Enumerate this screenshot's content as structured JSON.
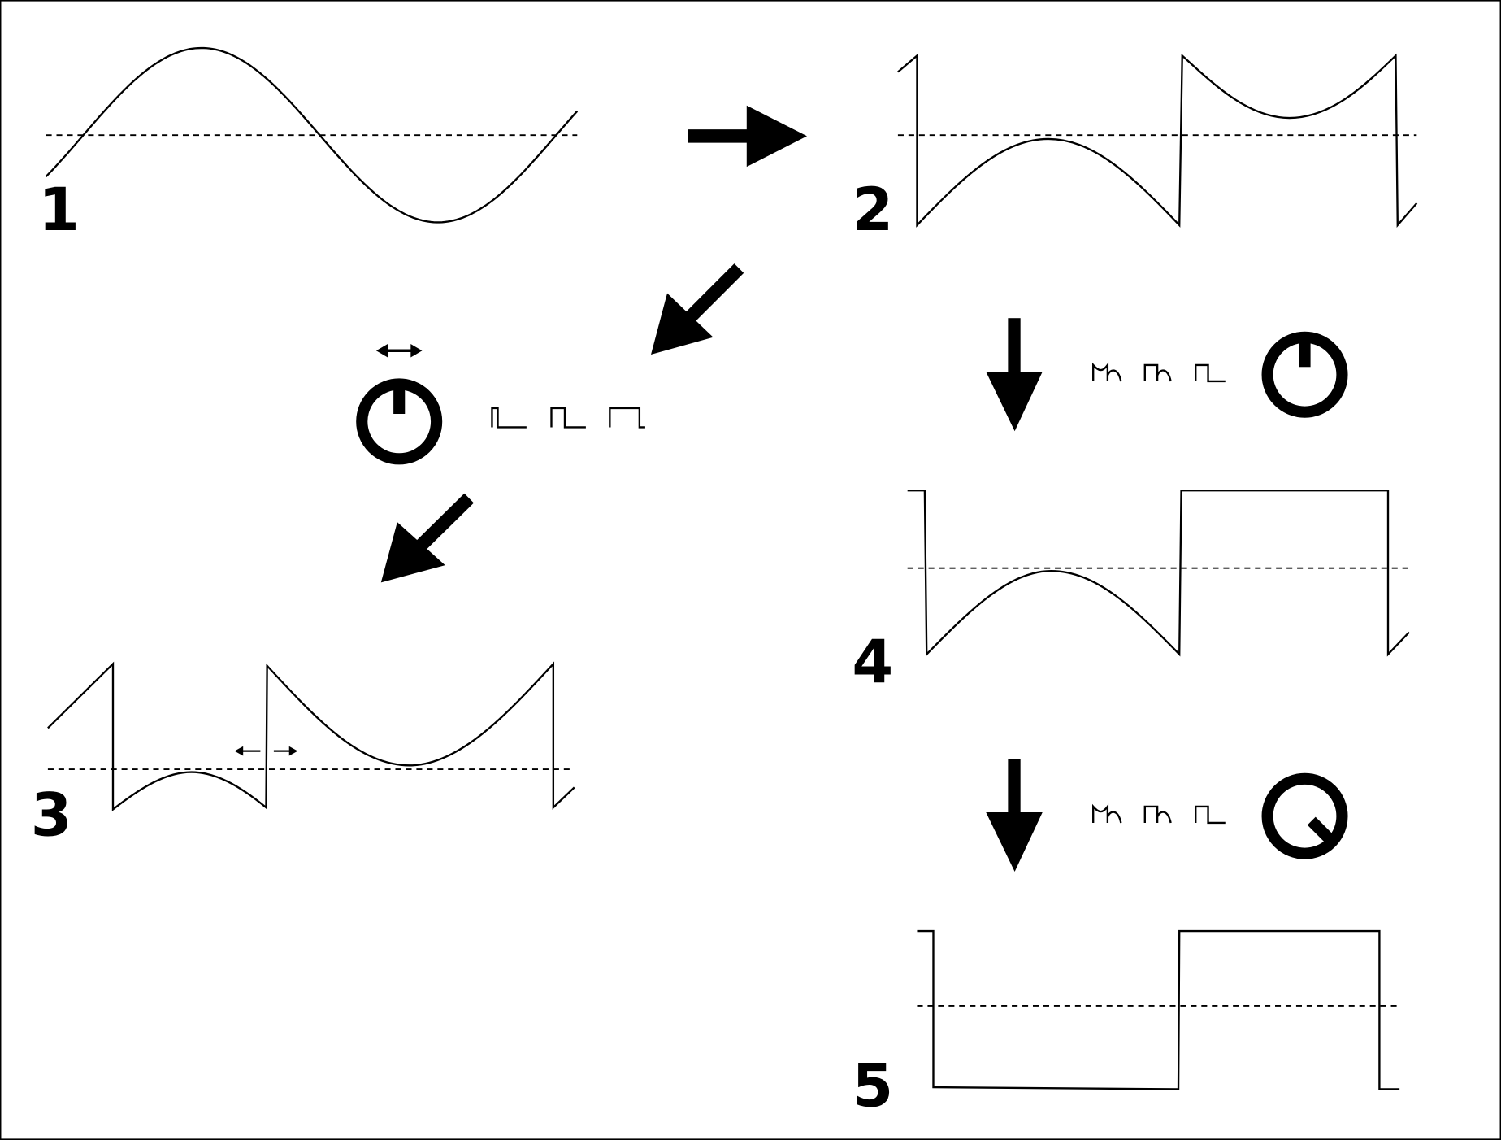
{
  "diagram": {
    "panel_labels": [
      "1",
      "2",
      "3",
      "4",
      "5"
    ],
    "colors": {
      "stroke": "#000000",
      "background": "#ffffff"
    },
    "icons": {
      "knob_1": "power-knob-icon",
      "knob_2": "power-knob-icon",
      "knob_3": "q-knob-icon",
      "horizontal_adjust": "double-arrow-icon",
      "pulse_width_icons": "pulse-waveform-icon",
      "sync_waveform_icons": "sync-waveform-icon"
    }
  }
}
